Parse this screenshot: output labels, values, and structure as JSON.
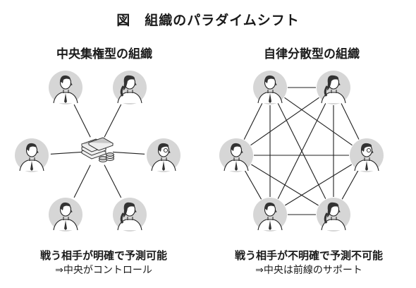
{
  "title": "図　組織のパラダイムシフト",
  "left_panel": {
    "heading": "中央集権型の組織",
    "caption_main": "戦う相手が明確で予測可能",
    "caption_sub": "⇒中央がコントロール"
  },
  "right_panel": {
    "heading": "自律分散型の組織",
    "caption_main": "戦う相手が不明確で予測不可能",
    "caption_sub": "⇒中央は前線のサポート"
  },
  "colors": {
    "node_fill": "#d6d6d6",
    "line": "#1f1f1f",
    "money": "#c8c8c8"
  },
  "icons": {
    "person": "person-icon",
    "money": "money-stack-icon"
  }
}
